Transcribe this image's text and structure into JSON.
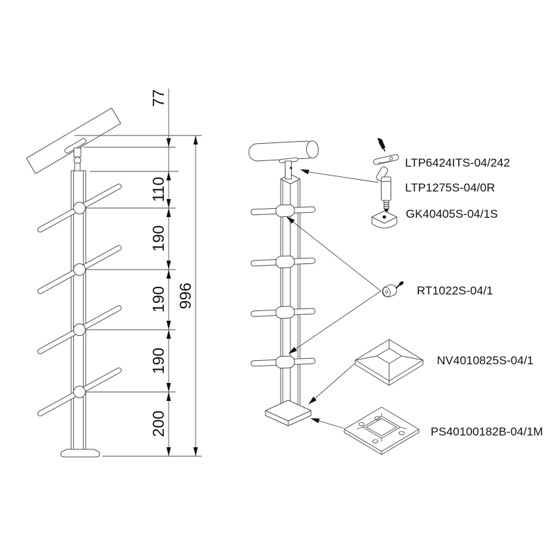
{
  "page": {
    "background": "#ffffff",
    "line_color": "#4d4d4d",
    "ink_color": "#111111"
  },
  "elevation_view": {
    "dimension_chain": [
      {
        "label": "77"
      },
      {
        "label": "110"
      },
      {
        "label": "190"
      },
      {
        "label": "190"
      },
      {
        "label": "190"
      },
      {
        "label": "200"
      }
    ],
    "overall_dimension": {
      "label": "996"
    }
  },
  "assembly_view": {
    "part_labels": [
      {
        "code": "LTP6424ITS-04/242",
        "part": "handrail-saddle-plate"
      },
      {
        "code": "LTP1275S-04/0R",
        "part": "swivel-handrail-support"
      },
      {
        "code": "GK40405S-04/1S",
        "part": "square-post-cap"
      },
      {
        "code": "RT1022S-04/1",
        "part": "crossbar-holder"
      },
      {
        "code": "NV4010825S-04/1",
        "part": "base-cover"
      },
      {
        "code": "PS40100182B-04/1M",
        "part": "base-mounting-plate"
      }
    ]
  }
}
